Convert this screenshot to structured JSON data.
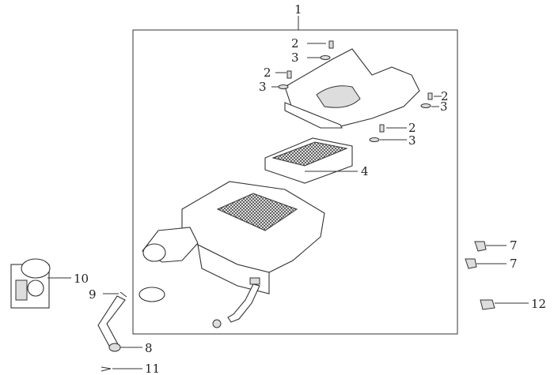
{
  "diagram": {
    "callouts": [
      {
        "id": "c1",
        "text": "1"
      },
      {
        "id": "c2a",
        "text": "2"
      },
      {
        "id": "c3a",
        "text": "3"
      },
      {
        "id": "c2b",
        "text": "2"
      },
      {
        "id": "c3b",
        "text": "3"
      },
      {
        "id": "c2c",
        "text": "2"
      },
      {
        "id": "c3c",
        "text": "3"
      },
      {
        "id": "c2d",
        "text": "2"
      },
      {
        "id": "c3d",
        "text": "3"
      },
      {
        "id": "c4",
        "text": "4"
      },
      {
        "id": "c7a",
        "text": "7"
      },
      {
        "id": "c7b",
        "text": "7"
      },
      {
        "id": "c10",
        "text": "10"
      },
      {
        "id": "c9",
        "text": "9"
      },
      {
        "id": "c12",
        "text": "12"
      },
      {
        "id": "c8",
        "text": "8"
      },
      {
        "id": "c11",
        "text": "11"
      }
    ]
  }
}
